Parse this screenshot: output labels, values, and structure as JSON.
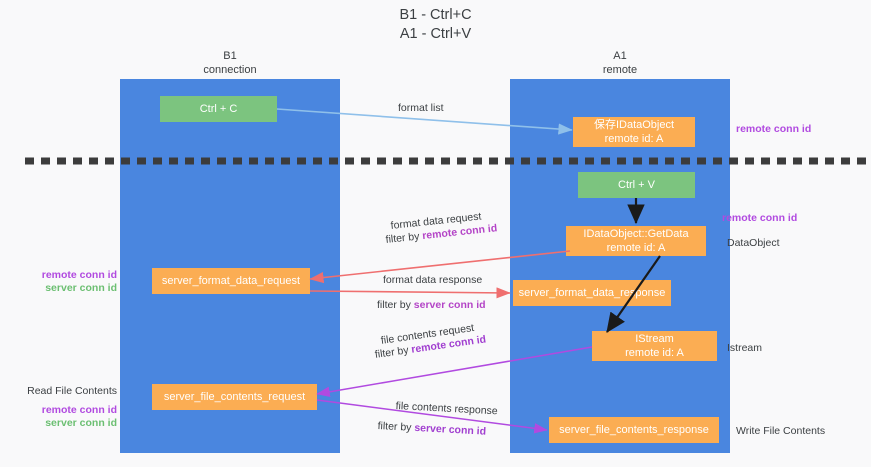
{
  "title": "B1 - Ctrl+C\nA1 - Ctrl+V",
  "lanes": [
    {
      "id": "b1",
      "name": "B1",
      "sub": "connection",
      "caption": "B1\nconnection"
    },
    {
      "id": "a1",
      "name": "A1",
      "sub": "remote",
      "caption": "A1\nremote"
    }
  ],
  "nodes": {
    "ctrl_c": {
      "line1": "Ctrl + C",
      "line2": ""
    },
    "save_idataobject": {
      "line1": "保存IDataObject",
      "line2": "remote id: A"
    },
    "ctrl_v": {
      "line1": "Ctrl + V",
      "line2": ""
    },
    "idataobject_getdata": {
      "line1": "IDataObject::GetData",
      "line2": "remote id: A"
    },
    "server_format_data_request": {
      "line1": "server_format_data_request",
      "line2": ""
    },
    "server_format_data_response": {
      "line1": "server_format_data_response",
      "line2": ""
    },
    "istream": {
      "line1": "IStream",
      "line2": "remote id: A"
    },
    "server_file_contents_request": {
      "line1": "server_file_contents_request",
      "line2": ""
    },
    "server_file_contents_response": {
      "line1": "server_file_contents_response",
      "line2": ""
    }
  },
  "edge_labels": {
    "format_list": "format list",
    "format_data_request": "format data request",
    "format_data_request_filter_prefix": "filter by ",
    "format_data_request_filter_key": "remote conn id",
    "format_data_response": "format data response",
    "format_data_response_filter_prefix": "filter by ",
    "format_data_response_filter_key": "server conn id",
    "file_contents_request": "file contents request",
    "file_contents_request_filter_prefix": "filter by ",
    "file_contents_request_filter_key": "remote conn id",
    "file_contents_response": "file contents response",
    "file_contents_response_filter_prefix": "filter by ",
    "file_contents_response_filter_key": "server conn id"
  },
  "annotations": {
    "right_remote_conn_id_top": "remote conn id",
    "right_remote_conn_id_mid": "remote conn id",
    "right_dataobject": "DataObject",
    "right_istream": "Istream",
    "right_write_file_contents": "Write File Contents",
    "left_remote_conn_id": "remote conn id",
    "left_server_conn_id": "server conn id",
    "left_read_file_contents": "Read File Contents",
    "left_remote_conn_id_2": "remote conn id",
    "left_server_conn_id_2": "server conn id"
  },
  "colors": {
    "lane": "#4a86df",
    "green_node": "#7cc47f",
    "orange_node": "#fbad53",
    "arrow_lightblue": "#8fc0ea",
    "arrow_red": "#ef6f6f",
    "arrow_purple": "#b14ae0",
    "arrow_black": "#1a1a1a",
    "divider": "#3c3c3c",
    "background": "#f9f9fa",
    "text": "#3c4043",
    "key_purple": "#b14ae0",
    "key_green": "#6cbf72"
  }
}
